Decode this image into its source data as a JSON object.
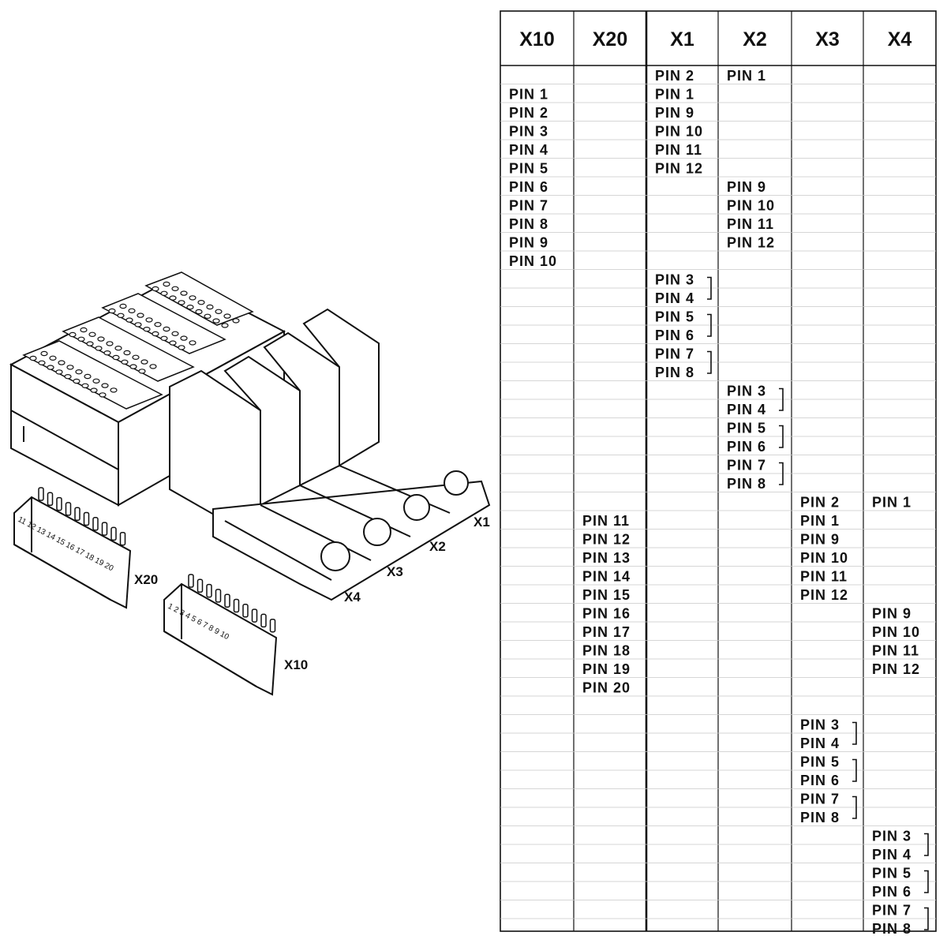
{
  "columns": [
    "X10",
    "X20",
    "X1",
    "X2",
    "X3",
    "X4"
  ],
  "rows": [
    [
      "",
      "",
      "PIN 2",
      "PIN 1",
      "",
      ""
    ],
    [
      "PIN 1",
      "",
      "PIN 1",
      "",
      "",
      ""
    ],
    [
      "PIN 2",
      "",
      "PIN 9",
      "",
      "",
      ""
    ],
    [
      "PIN 3",
      "",
      "PIN 10",
      "",
      "",
      ""
    ],
    [
      "PIN 4",
      "",
      "PIN 11",
      "",
      "",
      ""
    ],
    [
      "PIN 5",
      "",
      "PIN 12",
      "",
      "",
      ""
    ],
    [
      "PIN 6",
      "",
      "",
      "PIN 9",
      "",
      ""
    ],
    [
      "PIN 7",
      "",
      "",
      "PIN 10",
      "",
      ""
    ],
    [
      "PIN 8",
      "",
      "",
      "PIN 11",
      "",
      ""
    ],
    [
      "PIN 9",
      "",
      "",
      "PIN 12",
      "",
      ""
    ],
    [
      "PIN 10",
      "",
      "",
      "",
      "",
      ""
    ],
    [
      "",
      "",
      "PIN 3",
      "",
      "",
      ""
    ],
    [
      "",
      "",
      "PIN 4",
      "",
      "",
      ""
    ],
    [
      "",
      "",
      "PIN 5",
      "",
      "",
      ""
    ],
    [
      "",
      "",
      "PIN 6",
      "",
      "",
      ""
    ],
    [
      "",
      "",
      "PIN 7",
      "",
      "",
      ""
    ],
    [
      "",
      "",
      "PIN 8",
      "",
      "",
      ""
    ],
    [
      "",
      "",
      "",
      "PIN 3",
      "",
      ""
    ],
    [
      "",
      "",
      "",
      "PIN 4",
      "",
      ""
    ],
    [
      "",
      "",
      "",
      "PIN 5",
      "",
      ""
    ],
    [
      "",
      "",
      "",
      "PIN 6",
      "",
      ""
    ],
    [
      "",
      "",
      "",
      "PIN 7",
      "",
      ""
    ],
    [
      "",
      "",
      "",
      "PIN 8",
      "",
      ""
    ],
    [
      "",
      "",
      "",
      "",
      "PIN 2",
      "PIN 1"
    ],
    [
      "",
      "PIN 11",
      "",
      "",
      "PIN 1",
      ""
    ],
    [
      "",
      "PIN 12",
      "",
      "",
      "PIN 9",
      ""
    ],
    [
      "",
      "PIN 13",
      "",
      "",
      "PIN 10",
      ""
    ],
    [
      "",
      "PIN 14",
      "",
      "",
      "PIN 11",
      ""
    ],
    [
      "",
      "PIN 15",
      "",
      "",
      "PIN 12",
      ""
    ],
    [
      "",
      "PIN 16",
      "",
      "",
      "",
      "PIN 9"
    ],
    [
      "",
      "PIN 17",
      "",
      "",
      "",
      "PIN 10"
    ],
    [
      "",
      "PIN 18",
      "",
      "",
      "",
      "PIN 11"
    ],
    [
      "",
      "PIN 19",
      "",
      "",
      "",
      "PIN 12"
    ],
    [
      "",
      "PIN 20",
      "",
      "",
      "",
      ""
    ],
    [
      "",
      "",
      "",
      "",
      "",
      ""
    ],
    [
      "",
      "",
      "",
      "",
      "PIN 3",
      ""
    ],
    [
      "",
      "",
      "",
      "",
      "PIN 4",
      ""
    ],
    [
      "",
      "",
      "",
      "",
      "PIN 5",
      ""
    ],
    [
      "",
      "",
      "",
      "",
      "PIN 6",
      ""
    ],
    [
      "",
      "",
      "",
      "",
      "PIN 7",
      ""
    ],
    [
      "",
      "",
      "",
      "",
      "PIN 8",
      ""
    ],
    [
      "",
      "",
      "",
      "",
      "",
      "PIN 3"
    ],
    [
      "",
      "",
      "",
      "",
      "",
      "PIN 4"
    ],
    [
      "",
      "",
      "",
      "",
      "",
      "PIN 5"
    ],
    [
      "",
      "",
      "",
      "",
      "",
      "PIN 6"
    ],
    [
      "",
      "",
      "",
      "",
      "",
      "PIN 7"
    ],
    [
      "",
      "",
      "",
      "",
      "",
      "PIN 8"
    ]
  ],
  "brackets": [
    {
      "col": 2,
      "rows": [
        11,
        12
      ]
    },
    {
      "col": 2,
      "rows": [
        13,
        14
      ]
    },
    {
      "col": 2,
      "rows": [
        15,
        16
      ]
    },
    {
      "col": 3,
      "rows": [
        17,
        18
      ]
    },
    {
      "col": 3,
      "rows": [
        19,
        20
      ]
    },
    {
      "col": 3,
      "rows": [
        21,
        22
      ]
    },
    {
      "col": 4,
      "rows": [
        35,
        36
      ]
    },
    {
      "col": 4,
      "rows": [
        37,
        38
      ]
    },
    {
      "col": 4,
      "rows": [
        39,
        40
      ]
    },
    {
      "col": 5,
      "rows": [
        41,
        42
      ]
    },
    {
      "col": 5,
      "rows": [
        43,
        44
      ]
    },
    {
      "col": 5,
      "rows": [
        45,
        46
      ]
    }
  ],
  "drawing_labels": {
    "x1": "X1",
    "x2": "X2",
    "x3": "X3",
    "x4": "X4",
    "x20": "X20",
    "x10": "X10",
    "x20_pin_numbers": "11 12 13 14 15 16 17 18 19 20",
    "x10_pin_numbers": "1 2 3 4 5 6 7 8 9 10"
  }
}
